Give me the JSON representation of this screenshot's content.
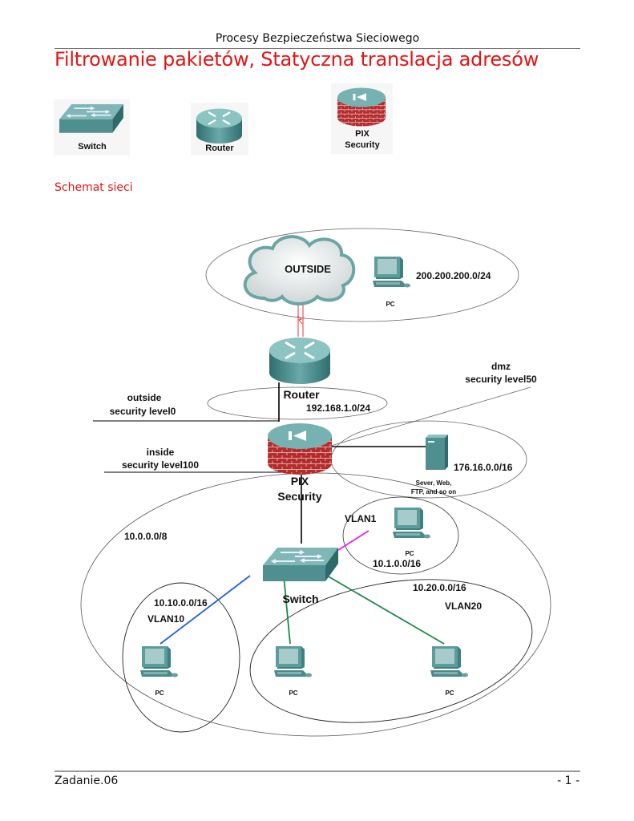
{
  "header": {
    "running_title": "Procesy Bezpieczeństwa Sieciowego"
  },
  "title": "Filtrowanie pakietów, Statyczna translacja adresów",
  "legend": [
    {
      "icon": "switch-icon",
      "label": "Switch"
    },
    {
      "icon": "router-icon",
      "label": "Router"
    },
    {
      "icon": "pix-firewall-icon",
      "label_line1": "PIX",
      "label_line2": "Security"
    }
  ],
  "section_title": "Schemat sieci",
  "diagram": {
    "outside": {
      "cloud_label": "OUTSIDE",
      "network": "200.200.200.0/24",
      "pc_label": "PC"
    },
    "router": {
      "label": "Router",
      "network": "192.168.1.0/24"
    },
    "outside_zone": {
      "line1": "outside",
      "line2": "security level0"
    },
    "inside_zone": {
      "line1": "inside",
      "line2": "security level100"
    },
    "dmz_zone": {
      "line1": "dmz",
      "line2": "security level50",
      "network": "176.16.0.0/16",
      "server_line1": "Sever, Web,",
      "server_line2": "FTP, and so on"
    },
    "pix": {
      "line1": "PIX",
      "line2": "Security"
    },
    "inside_network": "10.0.0.0/8",
    "switch": {
      "label": "Switch"
    },
    "vlan1": {
      "name": "VLAN1",
      "network": "10.1.0.0/16",
      "pc_label": "PC",
      "link_color": "#e81ee8"
    },
    "vlan10": {
      "name": "VLAN10",
      "network": "10.10.0.0/16",
      "pc_label": "PC",
      "link_color": "#1f5fe8"
    },
    "vlan20": {
      "name": "VLAN20",
      "network": "10.20.0.0/16",
      "pc_labels": [
        "PC",
        "PC"
      ],
      "link_color": "#1a8a4a"
    }
  },
  "footer": {
    "left": "Zadanie.06",
    "right": "- 1 -"
  }
}
